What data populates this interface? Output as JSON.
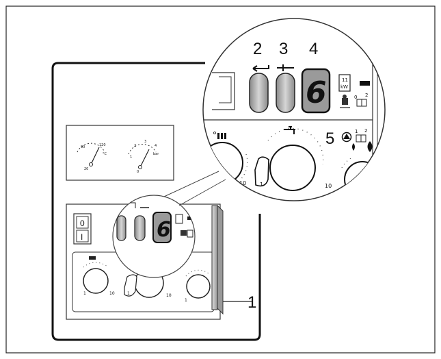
{
  "callouts": {
    "n1": "1",
    "n2": "2",
    "n3": "3",
    "n4": "4",
    "n5": "5"
  },
  "display": {
    "digit": "6"
  },
  "switch": {
    "on": "I",
    "off": "0"
  },
  "gauges": {
    "temp_unit": "°C",
    "temp_ticks": [
      "20",
      "90",
      "120"
    ],
    "pressure_unit": "bar",
    "pressure_ticks": [
      "0",
      "1",
      "2",
      "3",
      "4"
    ]
  },
  "power_label": {
    "top": "11",
    "bottom": "kW"
  },
  "knobs": {
    "min": "1",
    "max": "10"
  },
  "switch_pos": {
    "a": "0",
    "b": "1",
    "c": "2"
  },
  "colors": {
    "line": "#222222",
    "button": "#b8b8b8",
    "display": "#9a9a9a"
  }
}
